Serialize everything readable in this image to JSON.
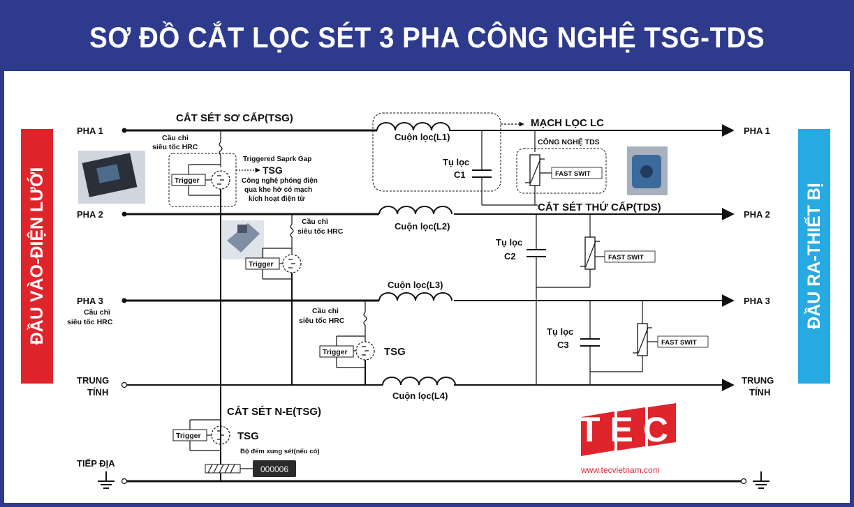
{
  "title": "SƠ ĐỒ CẮT LỌC SÉT 3 PHA CÔNG NGHỆ TSG-TDS",
  "left_banner": "ĐẦU VÀO-ĐIỆN LƯỚI",
  "right_banner": "ĐẦU RA-THIẾT BỊ",
  "lines": {
    "pha1_left": "PHA 1",
    "pha1_right": "PHA 1",
    "pha2_left": "PHA 2",
    "pha2_right": "PHA 2",
    "pha3_left": "PHA 3",
    "pha3_right": "PHA 3",
    "neutral_left_1": "TRUNG",
    "neutral_left_2": "TÍNH",
    "neutral_right_1": "TRUNG",
    "neutral_right_2": "TÍNH",
    "ground": "TIẾP ĐỊA"
  },
  "sections": {
    "primary": "CẮT SÉT SƠ CẤP(TSG)",
    "lc_filter": "MẠCH LỌC LC",
    "tds_tech": "CÔNG NGHỆ TDS",
    "secondary": "CẮT SÉT THỨ CẤP(TDS)",
    "ne": "CẮT SÉT N-E(TSG)"
  },
  "fuse": {
    "line1": "Cầu chì",
    "line2": "siêu tốc HRC"
  },
  "tsg_note": {
    "heading": "Triggered Saprk Gap",
    "tsg": "TSG",
    "line1": "Công nghệ phóng điện",
    "line2": "qua khe hở có mạch",
    "line3": "kích hoạt điện từ"
  },
  "trigger": "Trigger",
  "tsg": "TSG",
  "inductors": {
    "l1": "Cuộn lọc(L1)",
    "l2": "Cuộn lọc(L2)",
    "l3": "Cuộn lọc(L3)",
    "l4": "Cuộn lọc(L4)"
  },
  "capacitors": {
    "c1_a": "Tụ lọc",
    "c1_b": "C1",
    "c2_a": "Tụ lọc",
    "c2_b": "C2",
    "c3_a": "Tụ lọc",
    "c3_b": "C3"
  },
  "fast_switch": "FAST SWIT",
  "counter": {
    "label": "Bộ đếm xung sét(nếu có)",
    "value": "000006"
  },
  "logo": {
    "text": "TEC",
    "url": "www.tecvietnam.com"
  },
  "colors": {
    "title_bg": "#2e3a8c",
    "left_banner": "#e0242b",
    "right_banner": "#27a9e1",
    "logo_red": "#e0242b"
  }
}
